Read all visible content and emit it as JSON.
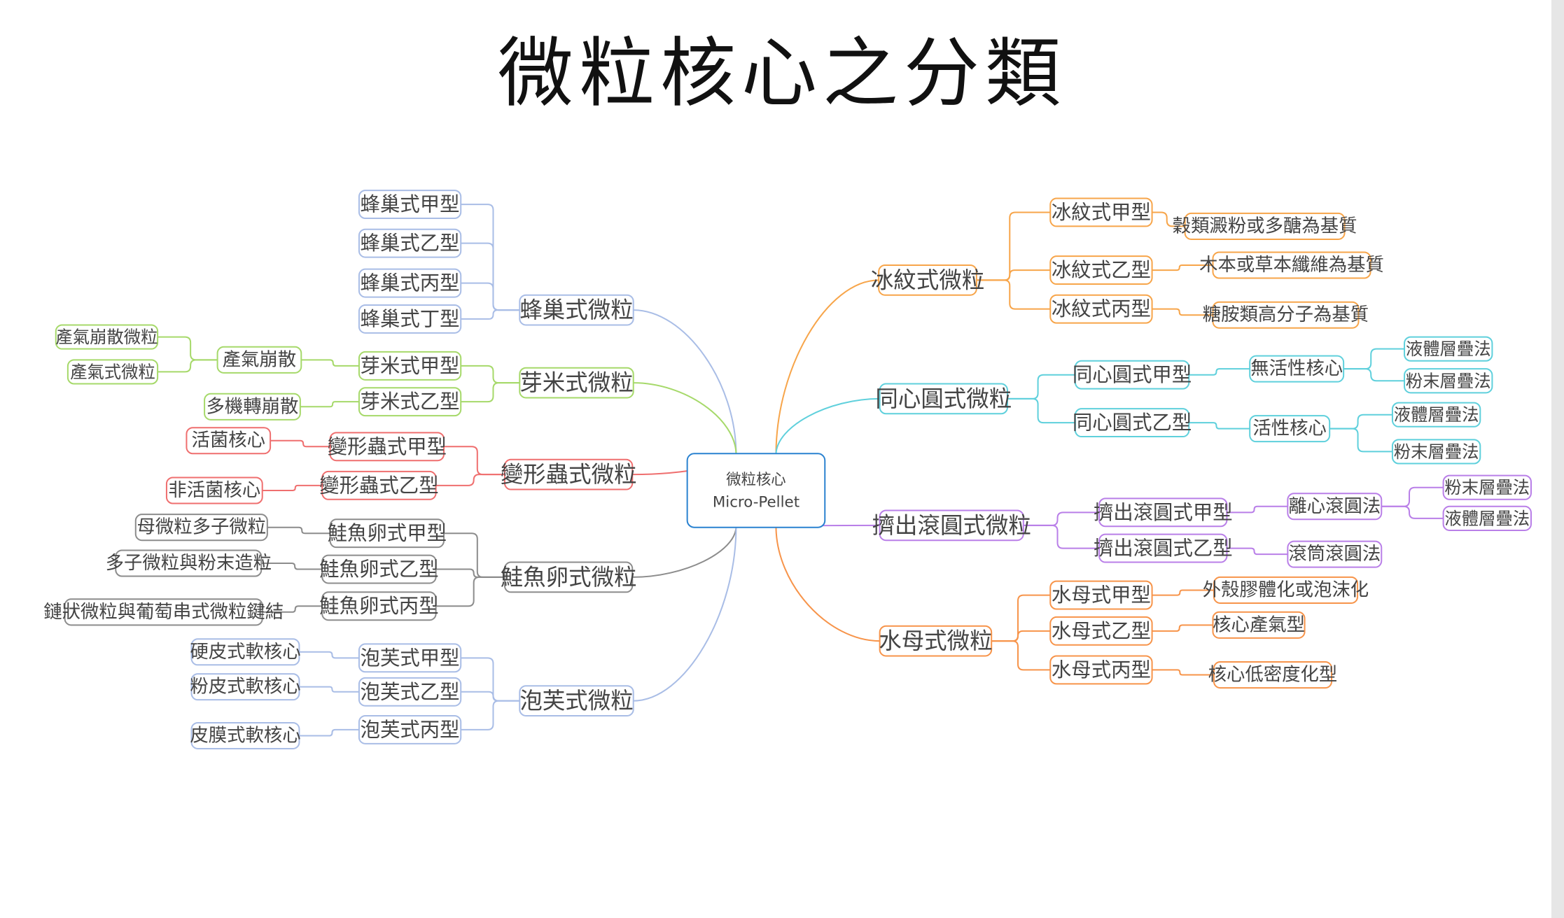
{
  "title": "微粒核心之分類",
  "center": {
    "line1": "微粒核心",
    "line2": "Micro-Pellet",
    "color": "#2a82d0"
  },
  "branches": [
    {
      "id": "b1",
      "label": "蜂巢式微粒",
      "color": "#a9bde6"
    },
    {
      "id": "b2",
      "label": "芽米式微粒",
      "color": "#a6d96a"
    },
    {
      "id": "b3",
      "label": "變形蟲式微粒",
      "color": "#ef6f6f"
    },
    {
      "id": "b4",
      "label": "鮭魚卵式微粒",
      "color": "#8c8c8c"
    },
    {
      "id": "b5",
      "label": "泡芙式微粒",
      "color": "#a9bde6"
    },
    {
      "id": "b6",
      "label": "冰紋式微粒",
      "color": "#f7a54a"
    },
    {
      "id": "b7",
      "label": "同心圓式微粒",
      "color": "#5fd0dc"
    },
    {
      "id": "b8",
      "label": "擠出滾圓式微粒",
      "color": "#b97fe8"
    },
    {
      "id": "b9",
      "label": "水母式微粒",
      "color": "#f7944a"
    }
  ],
  "nodes": [
    {
      "id": "b1a",
      "label": "蜂巢式甲型",
      "parent": "b1"
    },
    {
      "id": "b1b",
      "label": "蜂巢式乙型",
      "parent": "b1"
    },
    {
      "id": "b1c",
      "label": "蜂巢式丙型",
      "parent": "b1"
    },
    {
      "id": "b1d",
      "label": "蜂巢式丁型",
      "parent": "b1"
    },
    {
      "id": "b2a",
      "label": "芽米式甲型",
      "parent": "b2"
    },
    {
      "id": "b2b",
      "label": "芽米式乙型",
      "parent": "b2"
    },
    {
      "id": "b2a1",
      "label": "產氣崩散",
      "parent": "b2a"
    },
    {
      "id": "b2a1a",
      "label": "產氣崩散微粒",
      "parent": "b2a1"
    },
    {
      "id": "b2a1b",
      "label": "產氣式微粒",
      "parent": "b2a1"
    },
    {
      "id": "b2b1",
      "label": "多機轉崩散",
      "parent": "b2b"
    },
    {
      "id": "b3a",
      "label": "變形蟲式甲型",
      "parent": "b3"
    },
    {
      "id": "b3b",
      "label": "變形蟲式乙型",
      "parent": "b3"
    },
    {
      "id": "b3a1",
      "label": "活菌核心",
      "parent": "b3a"
    },
    {
      "id": "b3b1",
      "label": "非活菌核心",
      "parent": "b3b"
    },
    {
      "id": "b4a",
      "label": "鮭魚卵式甲型",
      "parent": "b4"
    },
    {
      "id": "b4b",
      "label": "鮭魚卵式乙型",
      "parent": "b4"
    },
    {
      "id": "b4c",
      "label": "鮭魚卵式丙型",
      "parent": "b4"
    },
    {
      "id": "b4a1",
      "label": "母微粒多子微粒",
      "parent": "b4a"
    },
    {
      "id": "b4b1",
      "label": "多子微粒與粉末造粒",
      "parent": "b4b"
    },
    {
      "id": "b4c1",
      "label": "鏈狀微粒與葡萄串式微粒鍵結",
      "parent": "b4c"
    },
    {
      "id": "b5a",
      "label": "泡芙式甲型",
      "parent": "b5"
    },
    {
      "id": "b5b",
      "label": "泡芙式乙型",
      "parent": "b5"
    },
    {
      "id": "b5c",
      "label": "泡芙式丙型",
      "parent": "b5"
    },
    {
      "id": "b5a1",
      "label": "硬皮式軟核心",
      "parent": "b5a"
    },
    {
      "id": "b5b1",
      "label": "粉皮式軟核心",
      "parent": "b5b"
    },
    {
      "id": "b5c1",
      "label": "皮膜式軟核心",
      "parent": "b5c"
    },
    {
      "id": "b6a",
      "label": "冰紋式甲型",
      "parent": "b6"
    },
    {
      "id": "b6b",
      "label": "冰紋式乙型",
      "parent": "b6"
    },
    {
      "id": "b6c",
      "label": "冰紋式丙型",
      "parent": "b6"
    },
    {
      "id": "b6a1",
      "label": "穀類澱粉或多醣為基質",
      "parent": "b6a"
    },
    {
      "id": "b6b1",
      "label": "木本或草本纖維為基質",
      "parent": "b6b"
    },
    {
      "id": "b6c1",
      "label": "糖胺類高分子為基質",
      "parent": "b6c"
    },
    {
      "id": "b7a",
      "label": "同心圓式甲型",
      "parent": "b7"
    },
    {
      "id": "b7b",
      "label": "同心圓式乙型",
      "parent": "b7"
    },
    {
      "id": "b7a1",
      "label": "無活性核心",
      "parent": "b7a"
    },
    {
      "id": "b7a1a",
      "label": "液體層疊法",
      "parent": "b7a1"
    },
    {
      "id": "b7a1b",
      "label": "粉末層疊法",
      "parent": "b7a1"
    },
    {
      "id": "b7b1",
      "label": "活性核心",
      "parent": "b7b"
    },
    {
      "id": "b7b1a",
      "label": "液體層疊法",
      "parent": "b7b1"
    },
    {
      "id": "b7b1b",
      "label": "粉末層疊法",
      "parent": "b7b1"
    },
    {
      "id": "b8a",
      "label": "擠出滾圓式甲型",
      "parent": "b8"
    },
    {
      "id": "b8b",
      "label": "擠出滾圓式乙型",
      "parent": "b8"
    },
    {
      "id": "b8a1",
      "label": "離心滾圓法",
      "parent": "b8a"
    },
    {
      "id": "b8a1a",
      "label": "粉末層疊法",
      "parent": "b8a1"
    },
    {
      "id": "b8a1b",
      "label": "液體層疊法",
      "parent": "b8a1"
    },
    {
      "id": "b8b1",
      "label": "滾筒滾圓法",
      "parent": "b8b"
    },
    {
      "id": "b9a",
      "label": "水母式甲型",
      "parent": "b9"
    },
    {
      "id": "b9b",
      "label": "水母式乙型",
      "parent": "b9"
    },
    {
      "id": "b9c",
      "label": "水母式丙型",
      "parent": "b9"
    },
    {
      "id": "b9a1",
      "label": "外殼膠體化或泡沫化",
      "parent": "b9a"
    },
    {
      "id": "b9b1",
      "label": "核心產氣型",
      "parent": "b9b"
    },
    {
      "id": "b9c1",
      "label": "核心低密度化型",
      "parent": "b9c"
    }
  ]
}
